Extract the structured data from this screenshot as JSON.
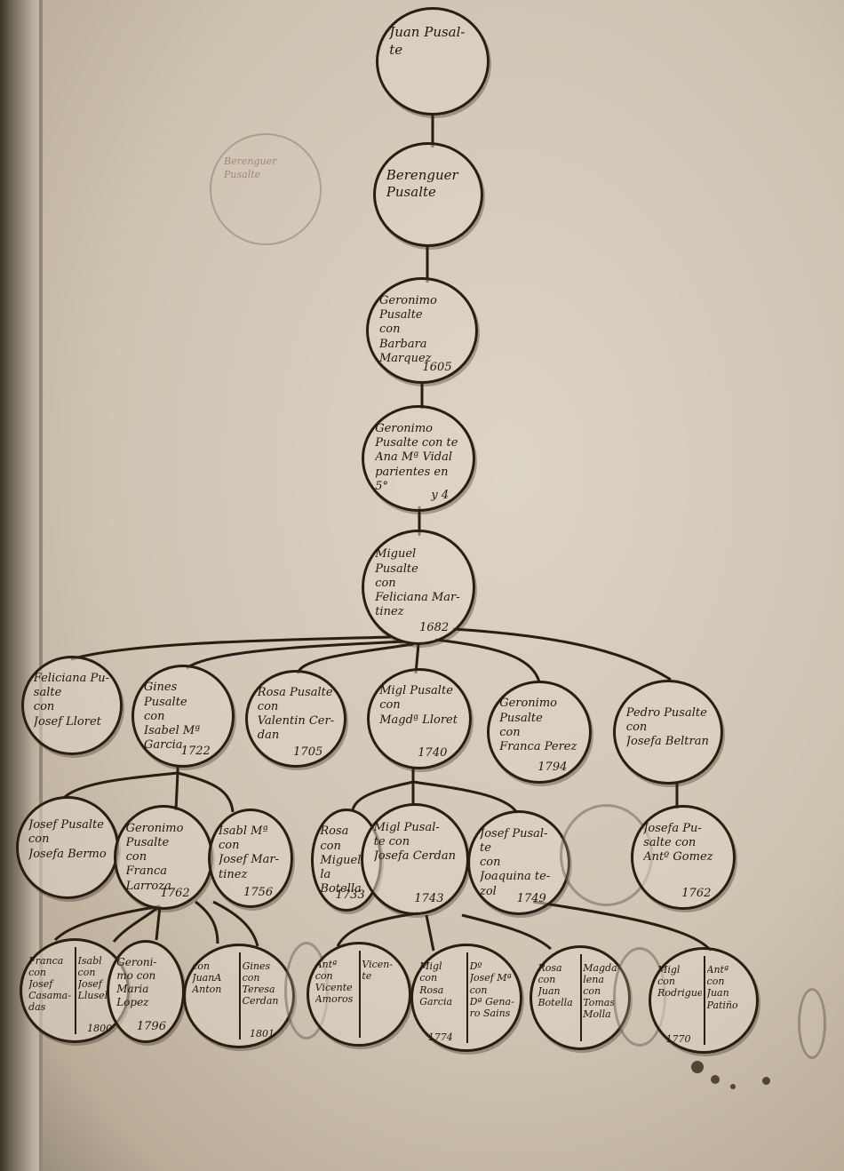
{
  "stamp": "Berenguer\nPusalte",
  "generations": {
    "g1": {
      "text": "Juan Pusal-\nte"
    },
    "g2": {
      "text": "Berenguer\nPusalte"
    },
    "g3": {
      "text": "Geronimo\nPusalte\ncon\nBarbara Marquez",
      "year": "1605"
    },
    "g4": {
      "text": "Geronimo\nPusalte con te\nAna Mª Vidal\nparientes en 5°",
      "year": "y 4"
    },
    "g5": {
      "text": "Miguel\nPusalte\ncon\nFeliciana Mar-\ntinez",
      "year": "1682"
    }
  },
  "row6": [
    {
      "text": "Feliciana Pu-\nsalte\ncon\nJosef Lloret",
      "year": ""
    },
    {
      "text": "Gines Pusalte\ncon\nIsabel Mª Garcia",
      "year": "1722"
    },
    {
      "text": "Rosa Pusalte\ncon\nValentin Cer-\ndan",
      "year": "1705"
    },
    {
      "text": "Migl Pusalte\ncon\nMagdª Lloret",
      "year": "1740"
    },
    {
      "text": "Geronimo\nPusalte\ncon\nFranca Perez",
      "year": "1794"
    },
    {
      "text": "Pedro Pusalte\ncon\nJosefa Beltran",
      "year": ""
    }
  ],
  "row7": [
    {
      "text": "Josef Pusalte\ncon\nJosefa Bermo",
      "year": ""
    },
    {
      "text": "Geronimo\nPusalte\ncon\nFranca Larroza",
      "year": "1762"
    },
    {
      "text": "Isabl Mª\ncon\nJosef Mar-\ntinez",
      "year": "1756"
    },
    {
      "text": "Rosa\ncon\nMiguel\nla Botella",
      "year": "1733"
    },
    {
      "text": "Migl Pusal-\nte con\nJosefa Cerdan",
      "year": "1743"
    },
    {
      "text": "Josef Pusal-\nte\ncon\nJoaquina te-\nzol",
      "year": "1749"
    },
    {
      "text": "Josefa Pu-\nsalte con\nAntº Gomez",
      "year": "1762"
    }
  ],
  "row8": [
    {
      "left": "Franca\ncon\nJosef\nCasama-\ndas",
      "right": "Isabl\ncon\nJosef\nLlusel",
      "year": "1800"
    },
    {
      "left": "Geroni-\nmo con\nMaria\nLopez",
      "right": "",
      "year": "1796"
    },
    {
      "left": "con\nJuanA\nAnton",
      "right": "Gines\ncon\nTeresa\nCerdan",
      "year": "1801"
    },
    {
      "left": "Antª\ncon\nVicente\nAmoros",
      "right": "Vicen-\nte",
      "year": ""
    },
    {
      "left": "Migl\ncon\nRosa\nGarcia",
      "right": "Dº\nJosef Mª\ncon\nDª Gena-\nro Sains",
      "year": "1774"
    },
    {
      "left": "Rosa\ncon\nJuan\nBotella",
      "right": "Magda-\nlena\ncon\nTomas\nMolla",
      "year": ""
    },
    {
      "left": "Migl\ncon\nRodriguez",
      "right": "Antª\ncon\nJuan\nPatiño",
      "year": "1770"
    }
  ]
}
